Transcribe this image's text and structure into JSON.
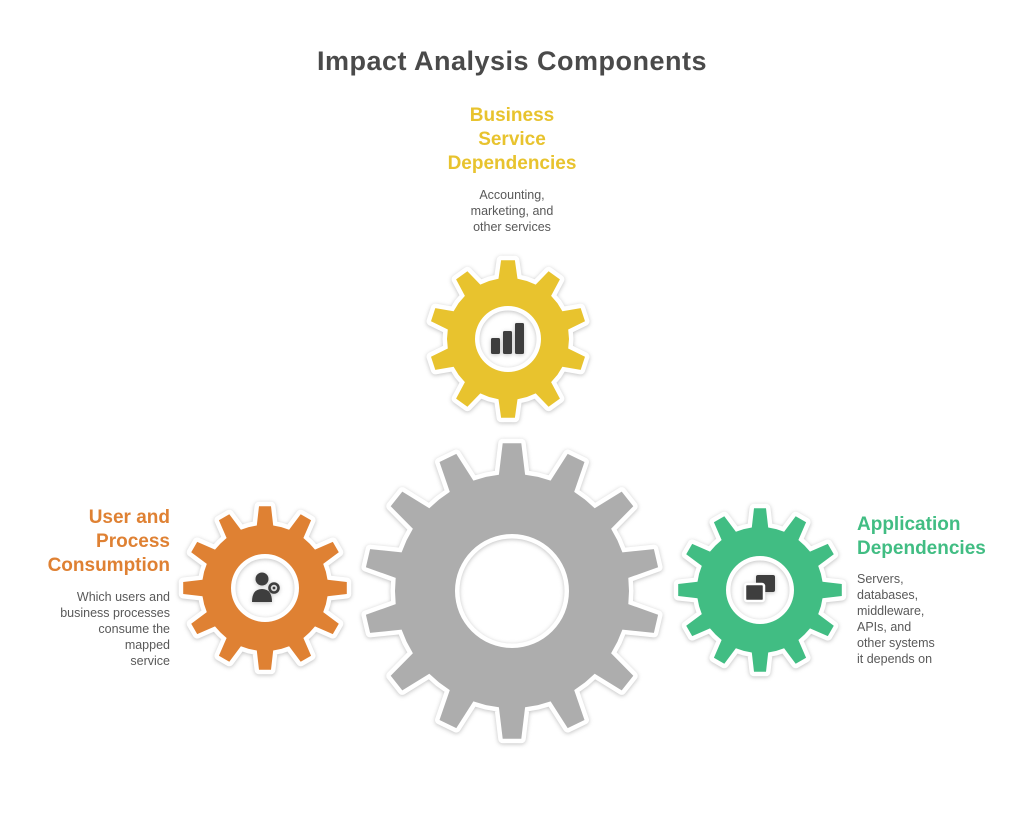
{
  "title": "Impact Analysis Components",
  "colors": {
    "title_text": "#4a4a4a",
    "body_text": "#595959",
    "core_gear": "#adadad",
    "icon": "#3e3e3e",
    "gear_outline": "#ffffff"
  },
  "nodes": {
    "business": {
      "label": "Business\nService\nDependencies",
      "color": "#e8c32e",
      "desc": "Accounting,\nmarketing, and\nother services"
    },
    "user": {
      "label": "User and\nProcess\nConsumption",
      "color": "#df8133",
      "desc": "Which users and\nbusiness processes\nconsume the\nmapped\nservice"
    },
    "application": {
      "label": "Application\nDependencies",
      "color": "#41bd83",
      "desc": "Servers,\ndatabases,\nmiddleware,\nAPIs, and\nother systems\nit depends on"
    }
  }
}
